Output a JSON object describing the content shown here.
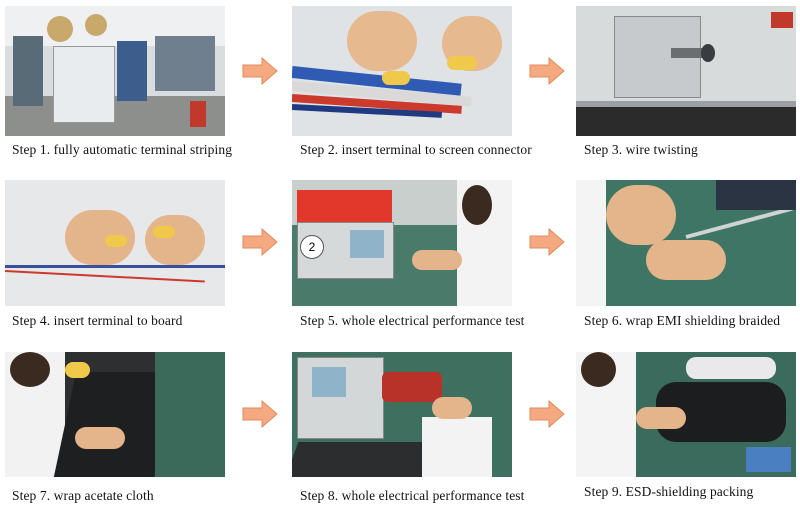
{
  "steps": [
    {
      "caption": "Step 1. fully automatic terminal striping"
    },
    {
      "caption": "Step 2. insert terminal to screen connector"
    },
    {
      "caption": "Step 3. wire twisting"
    },
    {
      "caption": "Step 4. insert terminal to board"
    },
    {
      "caption": "Step 5. whole electrical performance test"
    },
    {
      "caption": "Step 6. wrap EMI shielding braided"
    },
    {
      "caption": "Step 7. wrap acetate cloth"
    },
    {
      "caption": "Step 8. whole electrical performance test"
    },
    {
      "caption": "Step 9. ESD-shielding packing"
    }
  ],
  "photo5_label": "2",
  "colors": {
    "arrow": "#f5a981",
    "arrow_stroke": "#e08a5c"
  }
}
